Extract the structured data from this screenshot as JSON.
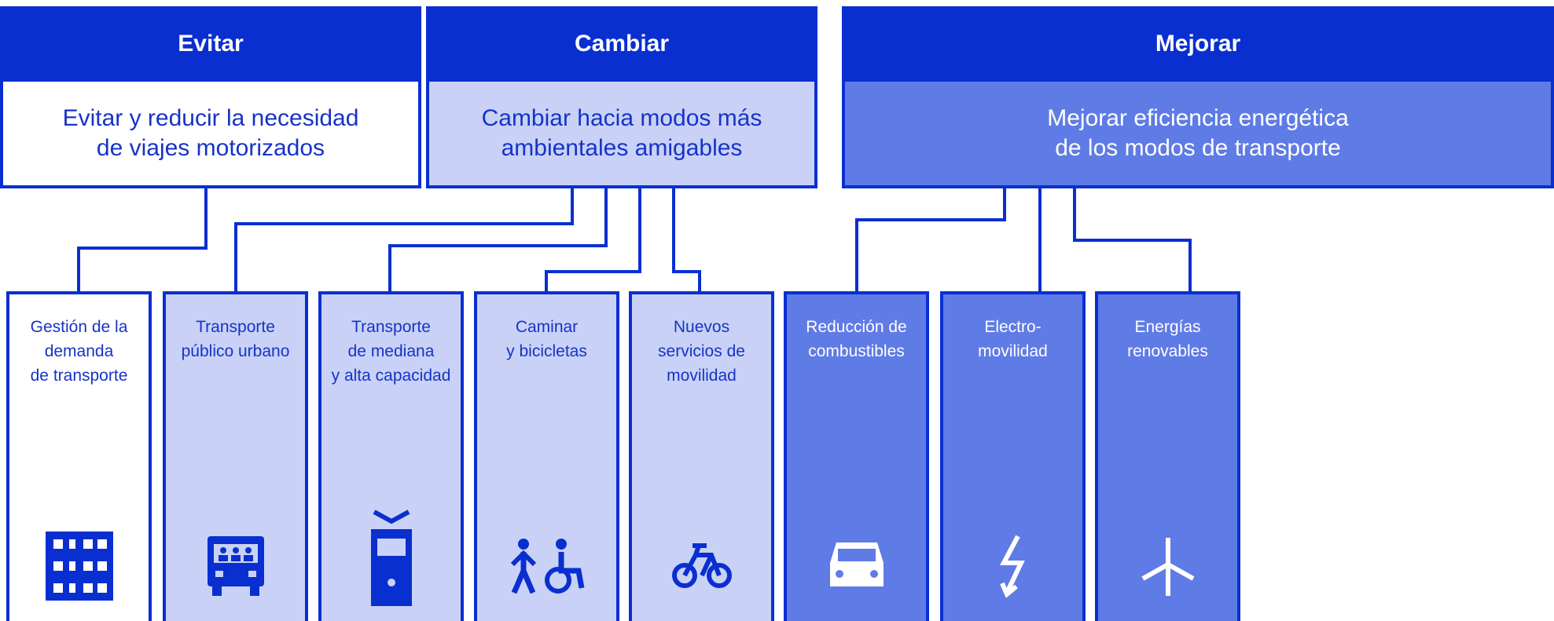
{
  "categories": {
    "evitar": {
      "title": "Evitar",
      "desc_1": "Evitar y reducir la necesidad",
      "desc_2": "de viajes motorizados"
    },
    "cambiar": {
      "title": "Cambiar",
      "desc_1": "Cambiar hacia modos más",
      "desc_2": "ambientales amigables"
    },
    "mejorar": {
      "title": "Mejorar",
      "desc_1": "Mejorar eficiencia energética",
      "desc_2": "de los modos de transporte"
    }
  },
  "leaves": [
    {
      "lines": [
        "Gestión de la",
        "demanda",
        "de transporte"
      ],
      "icon": "building-icon"
    },
    {
      "lines": [
        "Transporte",
        "público urbano"
      ],
      "icon": "bus-icon"
    },
    {
      "lines": [
        "Transporte",
        "de mediana",
        "y alta capacidad"
      ],
      "icon": "tram-icon"
    },
    {
      "lines": [
        "Caminar",
        "y bicicletas"
      ],
      "icon": "pedestrian-wheelchair-icon"
    },
    {
      "lines": [
        "Nuevos",
        "servicios de",
        "movilidad"
      ],
      "icon": "bicycle-icon"
    },
    {
      "lines": [
        "Reducción de",
        "combustibles"
      ],
      "icon": "car-icon"
    },
    {
      "lines": [
        "Electro-",
        "movilidad"
      ],
      "icon": "lightning-icon"
    },
    {
      "lines": [
        "Energías",
        "renovables"
      ],
      "icon": "wind-turbine-icon"
    }
  ],
  "colors": {
    "primary": "#0a2fd0",
    "light": "#c9d2f6",
    "medium": "#5f7be6",
    "white": "#ffffff"
  }
}
